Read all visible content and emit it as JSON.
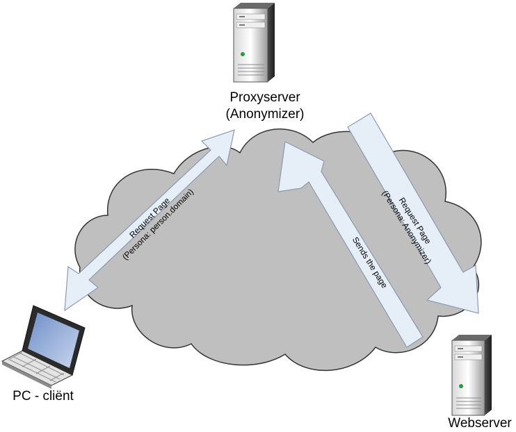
{
  "nodes": {
    "proxy": {
      "line1": "Proxyserver",
      "line2": "(Anonymizer)"
    },
    "client": {
      "label": "PC - cliënt"
    },
    "webserver": {
      "label": "Webserver"
    }
  },
  "arrows": {
    "client_proxy": {
      "line1": "Request Page",
      "line2": "(Persona: person.domain)"
    },
    "sends_page": {
      "label": "Sends the page"
    },
    "proxy_web": {
      "line1": "Request Page",
      "line2": "(Persona: Anonymizer)"
    }
  },
  "colors": {
    "cloud_fill": "#bfbfbf",
    "cloud_stroke": "#333333",
    "arrow_fill": "#e6eef8",
    "arrow_stroke": "#8c9aae"
  }
}
